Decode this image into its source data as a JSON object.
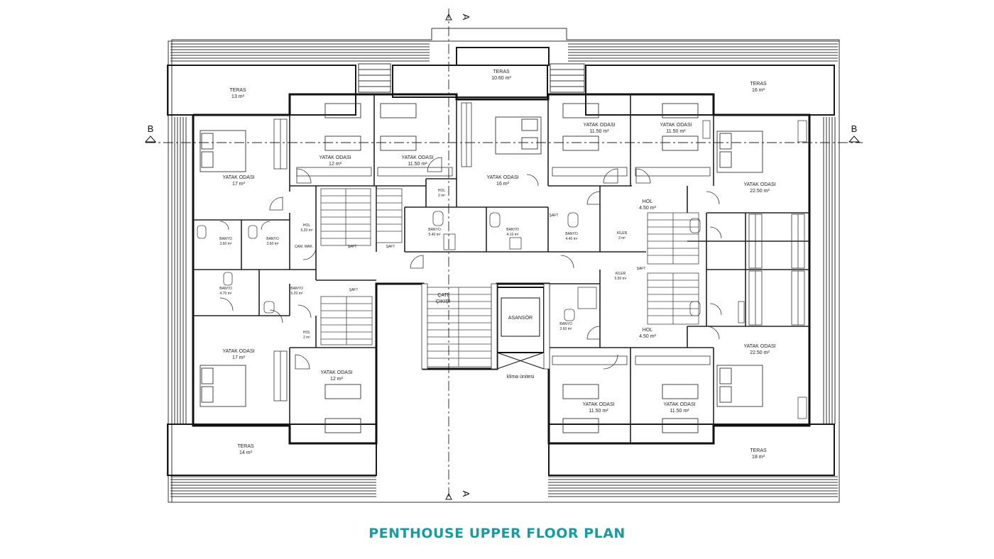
{
  "title": "PENTHOUSE UPPER FLOOR PLAN",
  "colors": {
    "title": "#1a9aa3",
    "wall": "#1a1a1a",
    "line": "#333333",
    "bg": "#ffffff"
  },
  "section_marks": {
    "a": "A",
    "b": "B"
  },
  "rooms": {
    "teras_tl": [
      "TERAS",
      "13 m²"
    ],
    "teras_tc": [
      "TERAS",
      "10.60 m²"
    ],
    "teras_tr": [
      "TERAS",
      "16 m²"
    ],
    "teras_bl": [
      "TERAS",
      "14 m²"
    ],
    "teras_br": [
      "TERAS",
      "18 m²"
    ],
    "yatak_l1": [
      "YATAK ODASI",
      "17 m²"
    ],
    "yatak_l2": [
      "YATAK ODASI",
      "12 m²"
    ],
    "yatak_l3": [
      "YATAK ODASI",
      "11.50 m²"
    ],
    "yatak_c": [
      "YATAK ODASI",
      "16 m²"
    ],
    "yatak_r1": [
      "YATAK ODASI",
      "11.50 m²"
    ],
    "yatak_r2": [
      "YATAK ODASI",
      "11.50 m²"
    ],
    "yatak_r3": [
      "YATAK ODASI",
      "22.50 m²"
    ],
    "yatak_bl1": [
      "YATAK ODASI",
      "17 m²"
    ],
    "yatak_bl2": [
      "YATAK ODASI",
      "12 m²"
    ],
    "yatak_br1": [
      "YATAK ODASI",
      "11.50 m²"
    ],
    "yatak_br2": [
      "YATAK ODASI",
      "11.50 m²"
    ],
    "yatak_br3": [
      "YATAK ODASI",
      "22.50 m²"
    ],
    "hol_l": [
      "HOL",
      "5.20 m²"
    ],
    "hol_c": [
      "HOL",
      "2 m²"
    ],
    "hol_r": [
      "HOL",
      "4.50 m²"
    ],
    "hol_bl": [
      "HOL",
      "2 m²"
    ],
    "hol_br": [
      "HOL",
      "4.50 m²"
    ],
    "banyo_l1": [
      "BANYO",
      "3.60 m²"
    ],
    "banyo_l2": [
      "BANYO",
      "3.60 m²"
    ],
    "banyo_c1": [
      "BANYO",
      "5.40 m²"
    ],
    "banyo_c2": [
      "BANYO",
      "4.10 m²"
    ],
    "banyo_r": [
      "BANYO",
      "4.40 m²"
    ],
    "banyo_bl1": [
      "BANYO",
      "4.70 m²"
    ],
    "banyo_bl2": [
      "BANYO",
      "5.20 m²"
    ],
    "banyo_br": [
      "BANYO",
      "3.60 m²"
    ],
    "kiler_1": [
      "KİLER",
      "3 m²"
    ],
    "kiler_2": [
      "KİLER",
      "5.50 m²"
    ],
    "cam_mak": [
      "ÇAM. MAK."
    ],
    "saft_1": [
      "ŞAFT"
    ],
    "saft_2": [
      "ŞAFT"
    ],
    "saft_3": [
      "ŞAFT"
    ],
    "saft_4": [
      "ŞAFT"
    ],
    "saft_5": [
      "ŞAFT"
    ],
    "cati_cikisi": [
      "ÇATI",
      "ÇIKIŞI"
    ],
    "asansor": [
      "ASANSÖR"
    ],
    "klima": [
      "klima ünitesi"
    ]
  }
}
